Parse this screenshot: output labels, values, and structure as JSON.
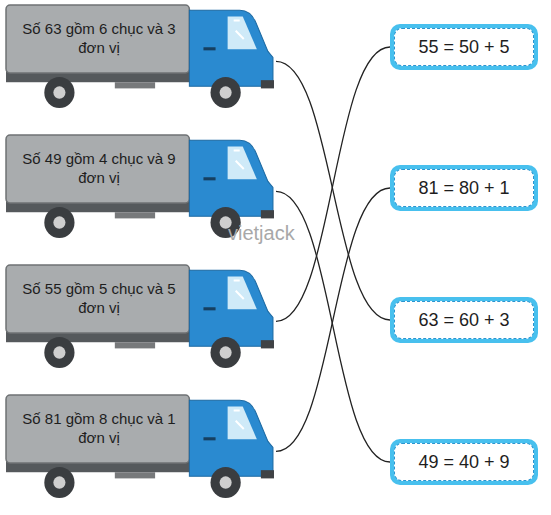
{
  "diagram": {
    "nodes": [
      {
        "text": [
          "Số 63 gồm 6 chục và 3 đơn vị"
        ]
      },
      {
        "text": [
          "Số 49 gồm 4 chục và 9 đơn vị"
        ]
      },
      {
        "text": [
          "Số 55 gồm 5 chục và 5 đơn vị"
        ]
      },
      {
        "text": [
          "Số 81 gồm 8 chục và 1 đơn vị"
        ]
      },
      {
        "text": [
          "55 = 50 + 5"
        ]
      },
      {
        "text": [
          "81 = 80 + 1"
        ]
      },
      {
        "text": [
          "63 = 60 + 3"
        ]
      },
      {
        "text": [
          "49 = 40 + 9"
        ]
      }
    ],
    "edges": [
      {
        "from": 0,
        "to": 6,
        "arrow": "none"
      },
      {
        "from": 1,
        "to": 7,
        "arrow": "none"
      },
      {
        "from": 2,
        "to": 4,
        "arrow": "none"
      },
      {
        "from": 3,
        "to": 5,
        "arrow": "none"
      }
    ],
    "labels": [
      "vietjack"
    ]
  }
}
